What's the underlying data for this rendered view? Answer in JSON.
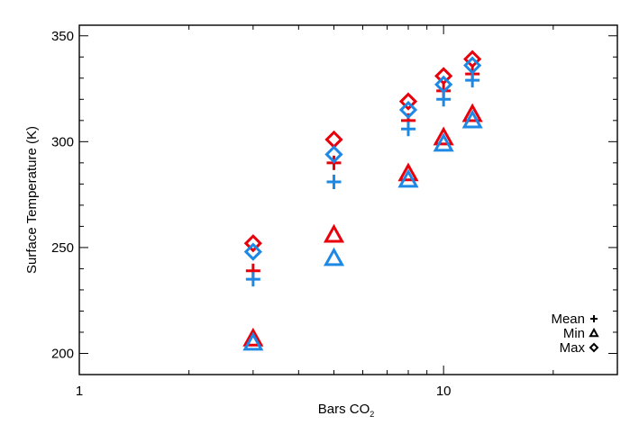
{
  "chart_data": {
    "type": "scatter",
    "title": "",
    "xlabel": "Bars CO",
    "xlabel_subscript": "2",
    "ylabel": "Surface Temperature (K)",
    "x_scale": "log",
    "xlim": [
      1,
      30
    ],
    "ylim": [
      190,
      355
    ],
    "x_ticks": [
      1,
      10
    ],
    "x_tick_labels": [
      "1",
      "10"
    ],
    "y_ticks": [
      200,
      250,
      300,
      350
    ],
    "y_tick_labels": [
      "200",
      "250",
      "300",
      "350"
    ],
    "grid": false,
    "legend_position": "bottom-right",
    "legend": [
      {
        "label": "Mean",
        "symbol": "plus"
      },
      {
        "label": "Min",
        "symbol": "triangle"
      },
      {
        "label": "Max",
        "symbol": "diamond"
      }
    ],
    "series": [
      {
        "color": "#e8000b",
        "x": [
          3,
          5,
          8,
          10,
          12
        ],
        "mean": [
          239,
          290,
          310,
          324,
          332
        ],
        "min": [
          207,
          256,
          285,
          302,
          313
        ],
        "max": [
          252,
          301,
          319,
          331,
          339
        ]
      },
      {
        "color": "#1e88e5",
        "x": [
          3,
          5,
          8,
          10,
          12
        ],
        "mean": [
          235,
          281,
          306,
          320,
          329
        ],
        "min": [
          205,
          245,
          282,
          299,
          310
        ],
        "max": [
          248,
          294,
          315,
          327,
          336
        ]
      }
    ]
  }
}
